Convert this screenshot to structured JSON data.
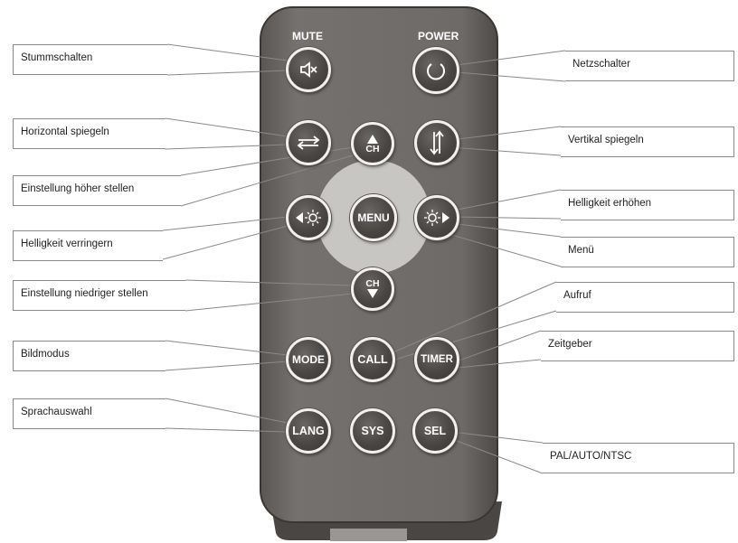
{
  "remote": {
    "mute_label": "MUTE",
    "power_label": "POWER",
    "menu_label": "MENU",
    "ch_label": "CH",
    "mode_label": "MODE",
    "call_label": "CALL",
    "timer_label": "TIMER",
    "lang_label": "LANG",
    "sys_label": "SYS",
    "sel_label": "SEL",
    "body_color": "#6e6a68",
    "dpad_color": "#c8c6c2"
  },
  "callouts": {
    "mute": "Stummschalten",
    "hflip": "Horizontal spiegeln",
    "ch_up": "Einstellung höher stellen",
    "bright_down": "Helligkeit verringern",
    "ch_down": "Einstellung niedriger stellen",
    "mode": "Bildmodus",
    "lang": "Sprachauswahl",
    "power": "Netzschalter",
    "vflip": "Vertikal spiegeln",
    "bright_up": "Helligkeit erhöhen",
    "menu": "Menü",
    "call": "Aufruf",
    "timer": "Zeitgeber",
    "sel": "PAL/AUTO/NTSC"
  }
}
